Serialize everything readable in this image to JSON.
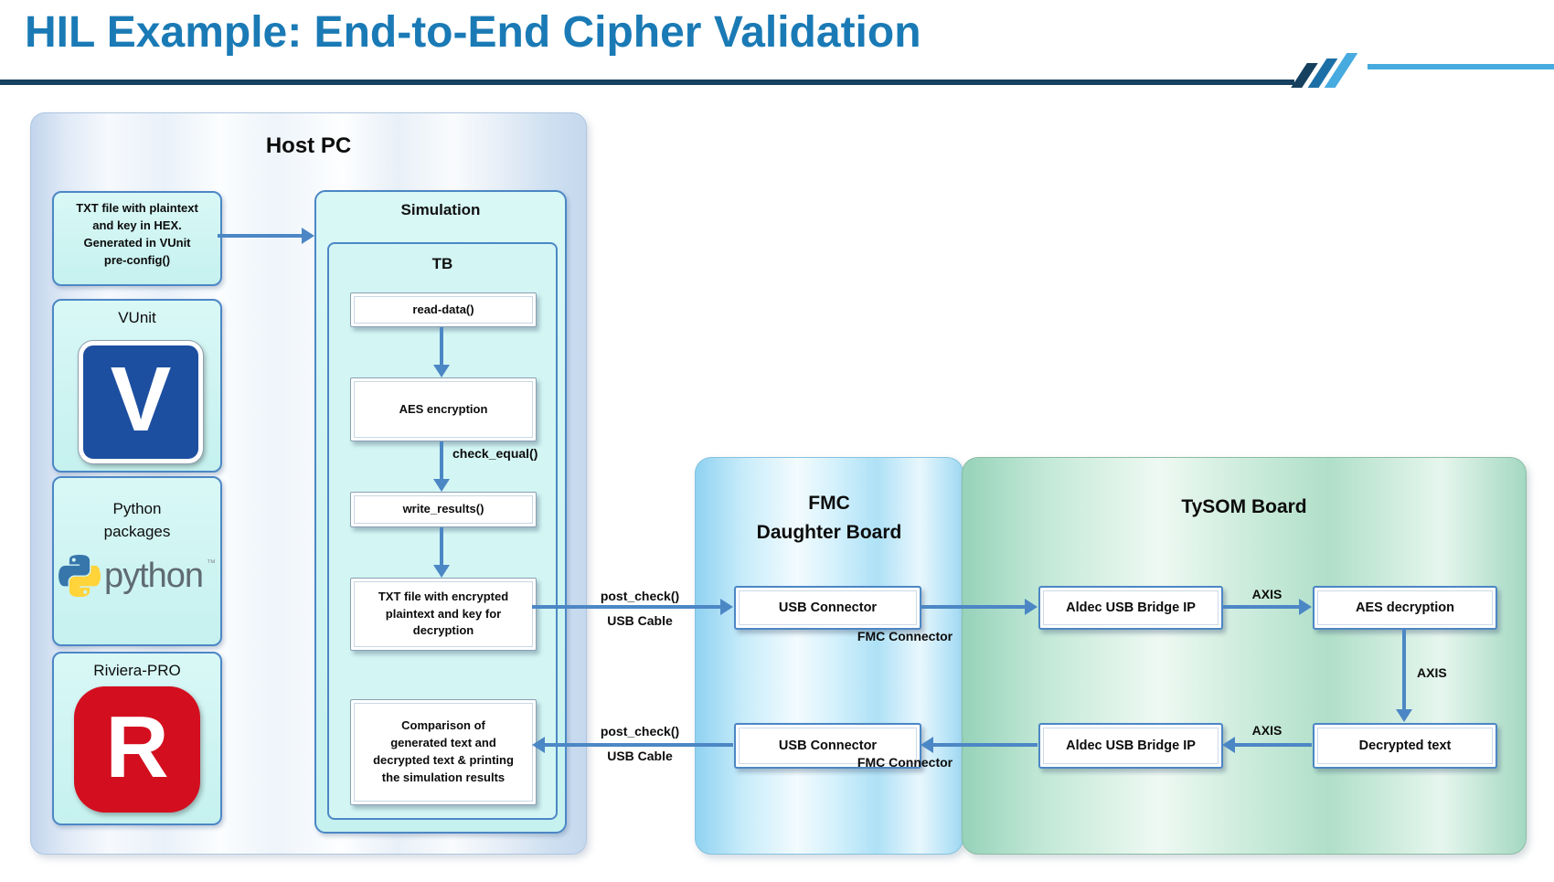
{
  "title": "HIL Example: End-to-End Cipher Validation",
  "host_pc": {
    "title": "Host PC",
    "txt_file": "TXT file with plaintext\nand key in HEX.\nGenerated in VUnit\npre-config()",
    "vunit_label": "VUnit",
    "vunit_logo_letter": "V",
    "python_label": "Python\npackages",
    "python_wordmark": "python",
    "python_tm": "™",
    "riviera_label": "Riviera-PRO",
    "riviera_logo_letter": "R",
    "simulation": {
      "title": "Simulation",
      "tb": "TB",
      "steps": {
        "read_data": "read-data()",
        "aes_encryption": "AES encryption",
        "write_results": "write_results()",
        "txt_encrypted": "TXT file with encrypted\nplaintext and key for\ndecryption",
        "comparison": "Comparison of\ngenerated text and\ndecrypted text & printing\nthe simulation results"
      },
      "check_equal": "check_equal()"
    }
  },
  "fmc_board": {
    "title": "FMC\nDaughter Board",
    "usb_top": "USB Connector",
    "usb_bottom": "USB Connector"
  },
  "tysom_board": {
    "title": "TySOM Board",
    "aldec_top": "Aldec USB Bridge IP",
    "aldec_bottom": "Aldec USB Bridge IP",
    "aes_decryption": "AES decryption",
    "decrypted_text": "Decrypted text"
  },
  "labels": {
    "post_check": "post_check()",
    "usb_cable": "USB Cable",
    "fmc_connector": "FMC Connector",
    "axis": "AXIS"
  },
  "colors": {
    "title_blue": "#1a7ab5",
    "rule_navy": "#16405f",
    "rule_light_blue": "#47abe0",
    "arrow_blue": "#4c87c5",
    "cyan_fill": "#cdf4f2",
    "box_border_blue": "#4c87c5",
    "vunit_blue": "#1d4fa0",
    "riviera_red": "#d30f1f",
    "python_blue": "#3776ab",
    "python_yellow": "#ffd43b"
  }
}
